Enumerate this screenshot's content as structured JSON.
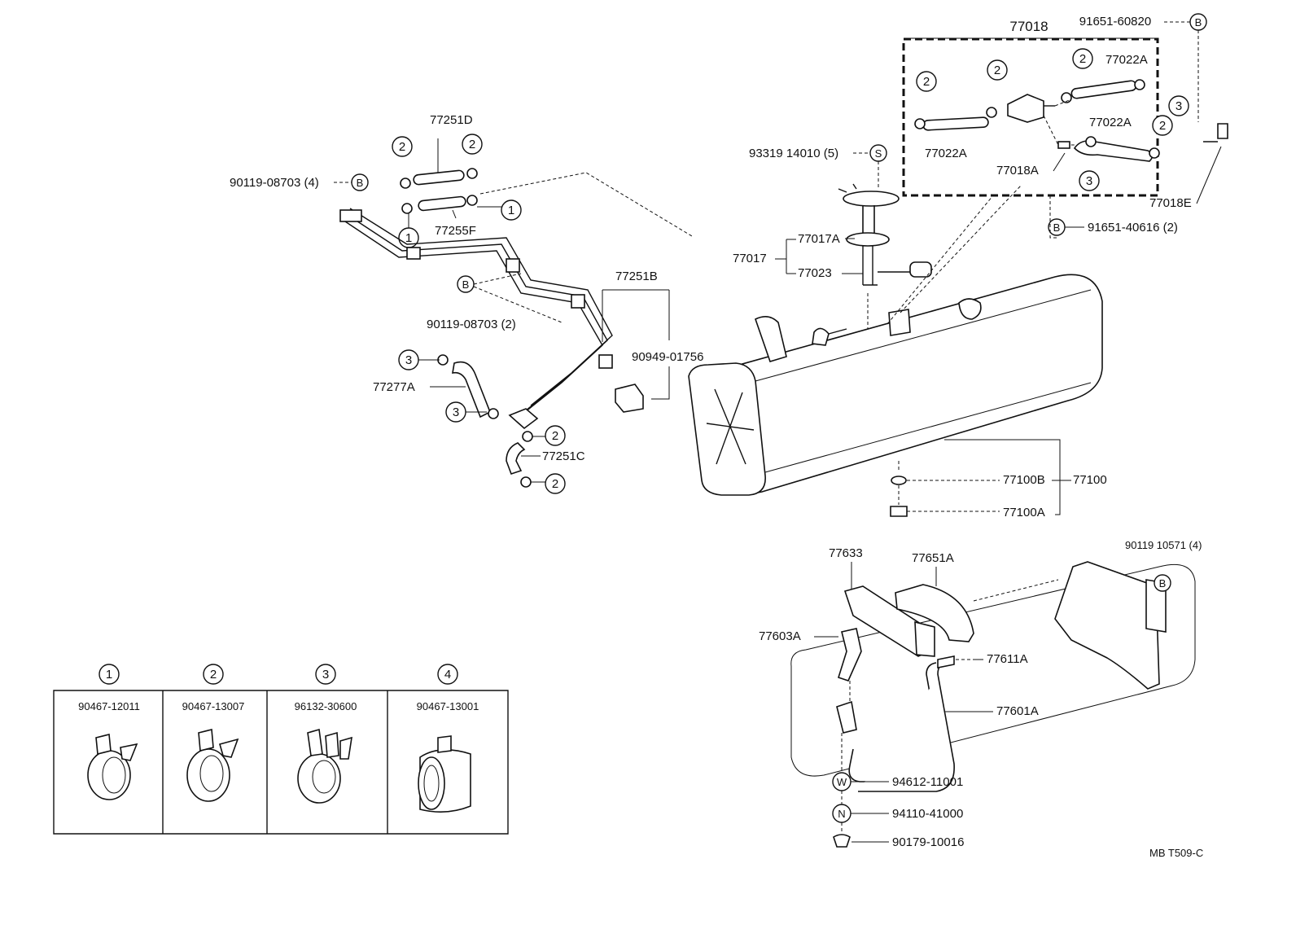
{
  "labels": {
    "p77018": "77018",
    "p91651_60820": "91651-60820",
    "p77022A_a": "77022A",
    "p77022A_b": "77022A",
    "p77022A_c": "77022A",
    "p77018A": "77018A",
    "p77018E": "77018E",
    "p91651_40616": "91651-40616 (2)",
    "p93319_14010": "93319 14010 (5)",
    "p77017": "77017",
    "p77017A": "77017A",
    "p77023": "77023",
    "p77251D": "77251D",
    "p90119_08703_4": "90119-08703 (4)",
    "p77255F": "77255F",
    "p77251B": "77251B",
    "p90119_08703_2": "90119-08703 (2)",
    "p90949_01756": "90949-01756",
    "p77277A": "77277A",
    "p77251C": "77251C",
    "p77100B": "77100B",
    "p77100": "77100",
    "p77100A": "77100A",
    "p77633": "77633",
    "p77651A": "77651A",
    "p90119_10571": "90119 10571 (4)",
    "p77603A": "77603A",
    "p77611A": "77611A",
    "p77601A": "77601A",
    "p94612_11001": "94612-11001",
    "p94110_41000": "94110-41000",
    "p90179_10016": "90179-10016",
    "ref_code": "MB  T509-C"
  },
  "callouts": {
    "one": "1",
    "two": "2",
    "three": "3",
    "four": "4",
    "B": "B",
    "S": "S",
    "W": "W",
    "N": "N"
  },
  "clamp_table": [
    {
      "key": "1",
      "part": "90467-12011"
    },
    {
      "key": "2",
      "part": "90467-13007"
    },
    {
      "key": "3",
      "part": "96132-30600"
    },
    {
      "key": "4",
      "part": "90467-13001"
    }
  ]
}
